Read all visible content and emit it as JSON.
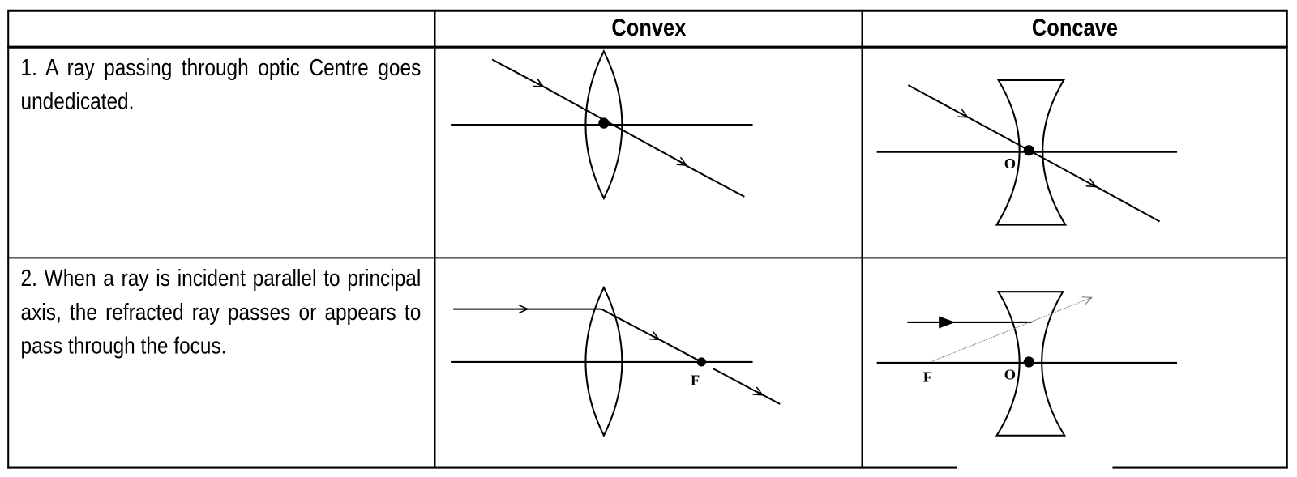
{
  "table": {
    "headers": [
      "",
      "Convex",
      "Concave"
    ],
    "rows": [
      {
        "description": "1. A ray passing through optic Centre goes undedicated.",
        "convex_labels": [],
        "concave_labels": [
          "O"
        ]
      },
      {
        "description": "2. When a ray is incident parallel to principal axis, the refracted ray passes or appears to pass through the focus.",
        "convex_labels": [
          "F"
        ],
        "concave_labels": [
          "F",
          "O"
        ]
      }
    ]
  }
}
